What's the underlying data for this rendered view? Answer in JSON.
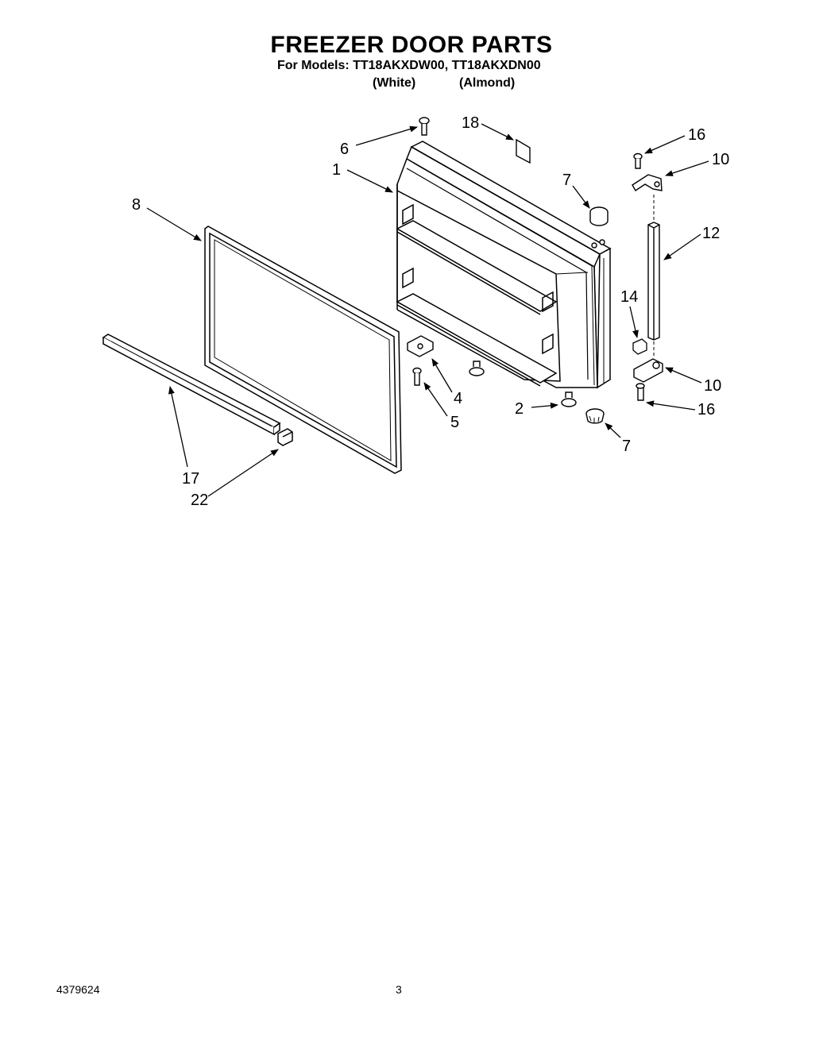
{
  "header": {
    "title": "FREEZER DOOR PARTS",
    "models_line": "For Models: TT18AKXDW00, TT18AKXDN00",
    "color_white": "(White)",
    "color_almond": "(Almond)"
  },
  "callouts": [
    "6",
    "18",
    "1",
    "7",
    "16",
    "10",
    "8",
    "12",
    "14",
    "4",
    "10",
    "2",
    "16",
    "5",
    "7",
    "17",
    "22"
  ],
  "footer": {
    "doc_number": "4379624",
    "page_number": "3"
  }
}
